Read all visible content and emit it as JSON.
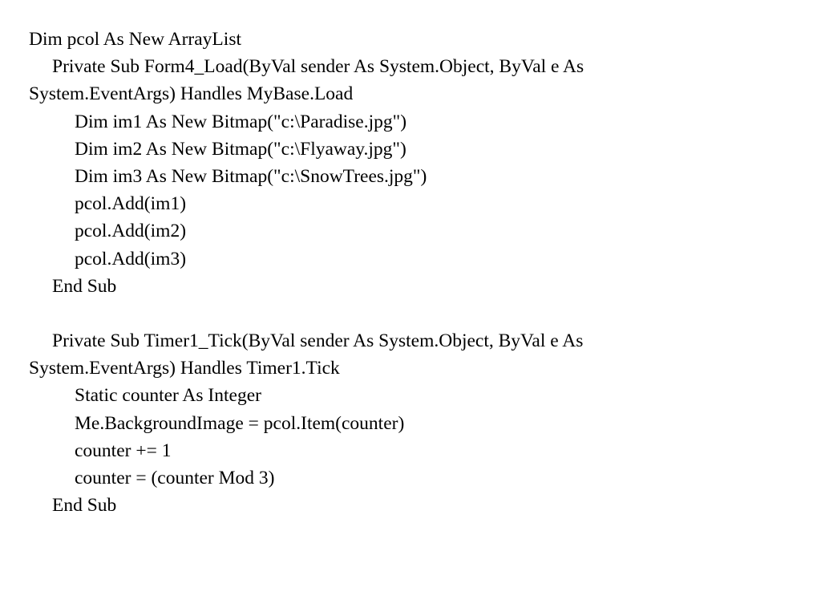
{
  "code_lines": [
    "Dim pcol As New ArrayList",
    "Private Sub Form4_Load(ByVal sender As System.Object, ByVal e As",
    "System.EventArgs) Handles MyBase.Load",
    "Dim im1 As New Bitmap(\"c:\\Paradise.jpg\")",
    "Dim im2 As New Bitmap(\"c:\\Flyaway.jpg\")",
    "Dim im3 As New Bitmap(\"c:\\SnowTrees.jpg\")",
    "pcol.Add(im1)",
    "pcol.Add(im2)",
    "pcol.Add(im3)",
    "End Sub",
    "",
    "Private Sub Timer1_Tick(ByVal sender As System.Object, ByVal e As",
    "System.EventArgs) Handles Timer1.Tick",
    "Static counter As Integer",
    "Me.BackgroundImage = pcol.Item(counter)",
    "counter += 1",
    "counter = (counter Mod 3)",
    "End Sub"
  ]
}
